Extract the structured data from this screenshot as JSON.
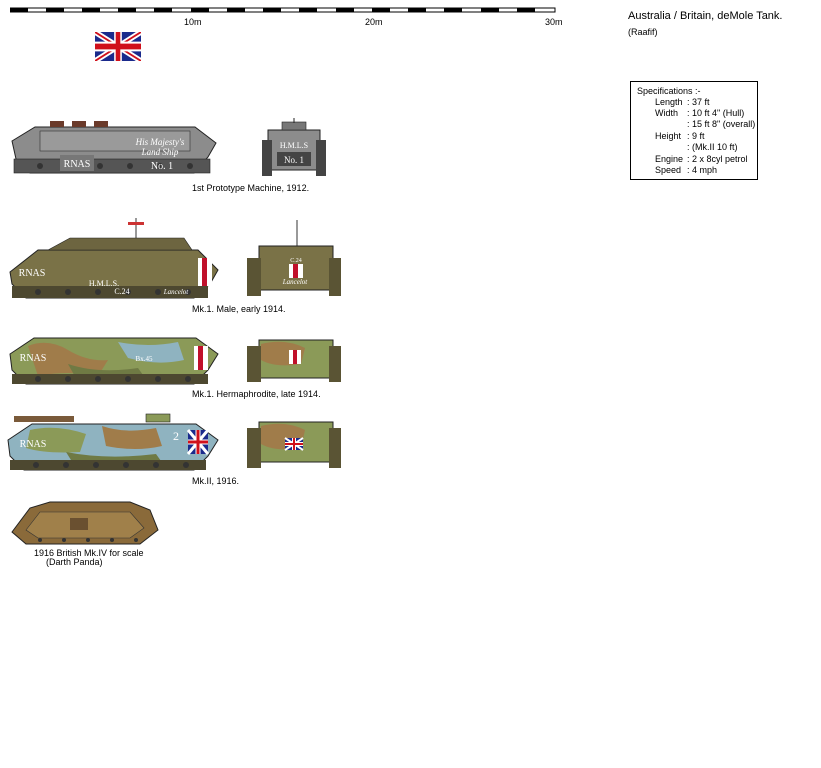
{
  "header": {
    "title": "Australia / Britain, deMole Tank.",
    "credit": "(Raafif)"
  },
  "scale_bar": {
    "labels": [
      "10m",
      "20m",
      "30m"
    ]
  },
  "specs": {
    "heading": "Specifications :-",
    "rows": [
      {
        "key": "Length",
        "value": ": 37 ft"
      },
      {
        "key": "Width",
        "value": ": 10 ft 4\" (Hull)"
      },
      {
        "key": "",
        "value": ": 15 ft 8\" (overall)"
      },
      {
        "key": "Height",
        "value": ":   9 ft"
      },
      {
        "key": "",
        "value": ":  (Mk.II 10 ft)"
      },
      {
        "key": "Engine",
        "value": ": 2 x 8cyl petrol"
      },
      {
        "key": "Speed",
        "value": ":   4 mph"
      }
    ]
  },
  "vehicles": {
    "prototype": {
      "caption": "1st Prototype Machine, 1912.",
      "side_text": [
        "His Majesty's",
        "Land Ship",
        "RNAS",
        "No. 1"
      ],
      "front_text": [
        "H.M.L.S",
        "No. 1"
      ]
    },
    "mk1_male": {
      "caption": "Mk.1. Male, early 1914.",
      "side_text": [
        "RNAS",
        "H.M.L.S.",
        "C.24",
        "Lancelot"
      ],
      "front_text": [
        "C.24",
        "Lancelot"
      ]
    },
    "mk1_herm": {
      "caption": "Mk.1. Hermaphrodite, late 1914.",
      "side_text": [
        "RNAS",
        "Bx.45"
      ]
    },
    "mk2": {
      "caption": "Mk.II, 1916.",
      "side_text": [
        "RNAS",
        "2"
      ]
    },
    "mk4": {
      "caption_line1": "1916 British Mk.IV for scale",
      "caption_line2": "(Darth Panda)"
    }
  },
  "colors": {
    "grey": "#8c8c8c",
    "olive": "#7a7247",
    "camo_green": "#8b9a58",
    "camo_brown": "#a07c4a",
    "camo_blue": "#8fb3c0",
    "mk4_brown": "#8a6a3a"
  },
  "icons": [
    "union-jack-flag-icon"
  ]
}
